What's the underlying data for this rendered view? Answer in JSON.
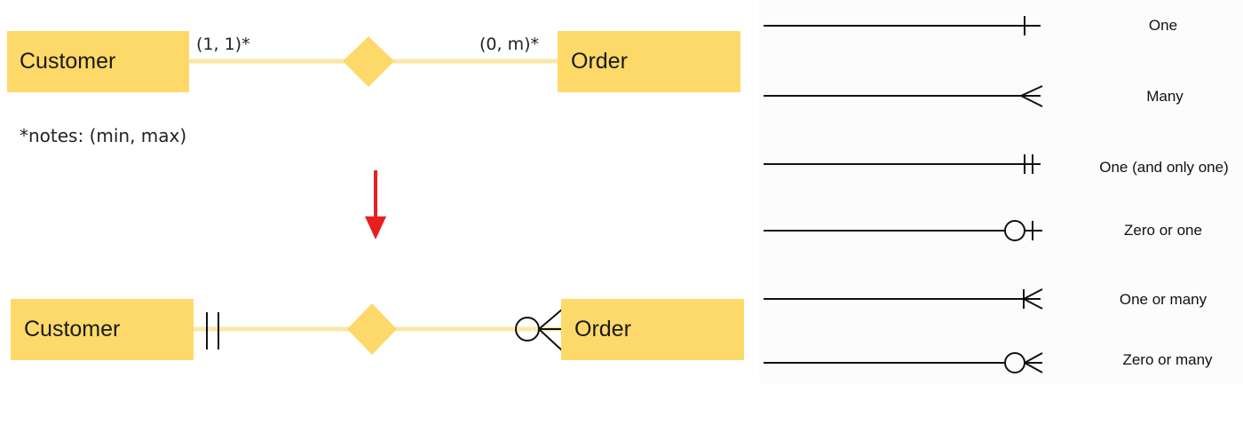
{
  "top_diagram": {
    "left_entity": "Customer",
    "right_entity": "Order",
    "left_cardinality": "(1, 1)*",
    "right_cardinality": "(0, m)*"
  },
  "note": "*notes: (min, max)",
  "bottom_diagram": {
    "left_entity": "Customer",
    "right_entity": "Order"
  },
  "legend": [
    {
      "label": "One",
      "symbol": "one"
    },
    {
      "label": "Many",
      "symbol": "many"
    },
    {
      "label": "One (and only one)",
      "symbol": "one-and-only-one"
    },
    {
      "label": "Zero or one",
      "symbol": "zero-or-one"
    },
    {
      "label": "One or many",
      "symbol": "one-or-many"
    },
    {
      "label": "Zero or many",
      "symbol": "zero-or-many"
    }
  ],
  "colors": {
    "entity_fill": "#fdd96a",
    "connector": "#fbe7a8",
    "arrow": "#e81f1f",
    "legend_bg": "#fdfdfd"
  }
}
